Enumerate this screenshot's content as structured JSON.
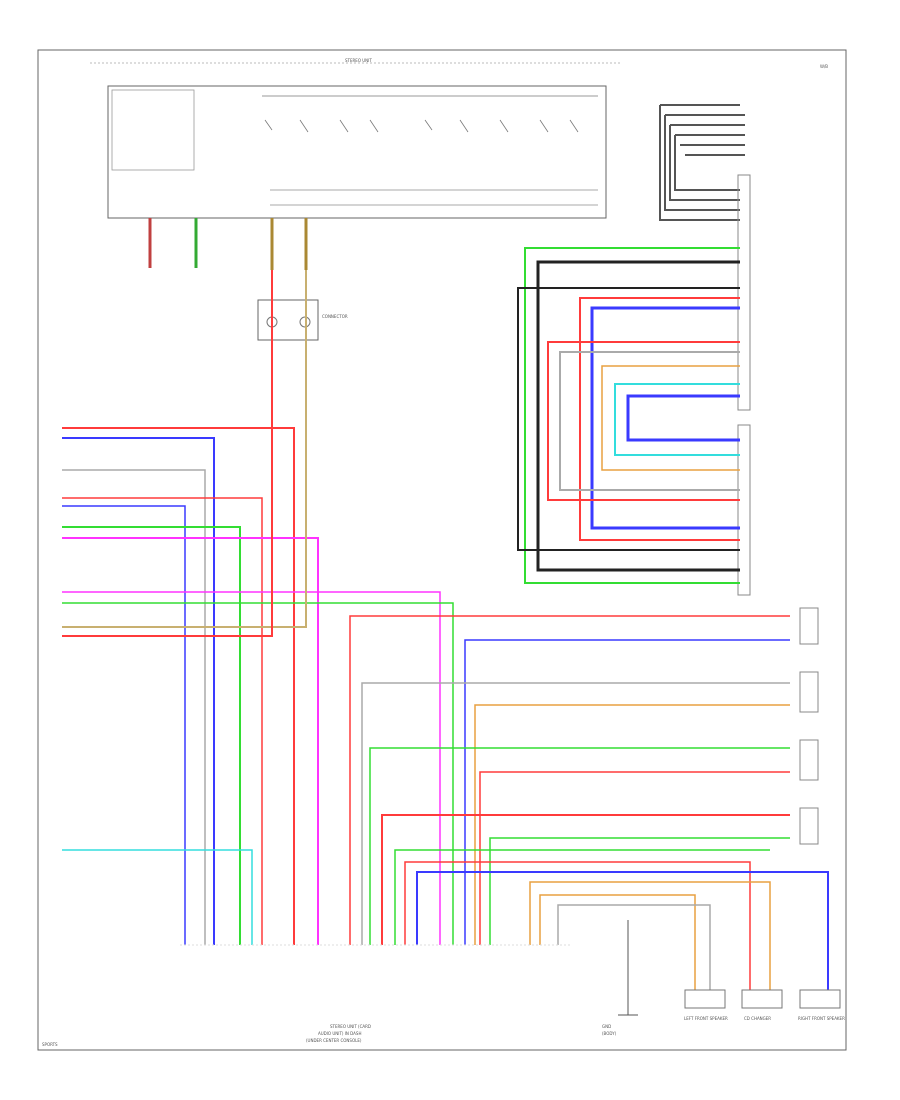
{
  "header_label": "STEREO UNIT",
  "corner_label": "W/B",
  "connector_label": "CONNECTOR",
  "bottom_caption": [
    "STEREO UNIT (CARD",
    "AUDIO UNIT) IN DASH",
    "(UNDER CENTER CONSOLE)"
  ],
  "ground_caption": [
    "GND",
    "(BODY)"
  ],
  "left_footer": "SPORTS",
  "speakers": [
    {
      "label": "LEFT FRONT SPEAKER"
    },
    {
      "label": "CD CHANGER"
    },
    {
      "label": "RIGHT FRONT SPEAKER"
    }
  ],
  "colors": {
    "red": "#ff3b3b",
    "blue": "#3a3aff",
    "green": "#33dd33",
    "magenta": "#ff33ff",
    "orange": "#e8a040",
    "gray": "#888888",
    "black": "#222222",
    "cyan": "#33dddd",
    "olive": "#c8b070"
  }
}
